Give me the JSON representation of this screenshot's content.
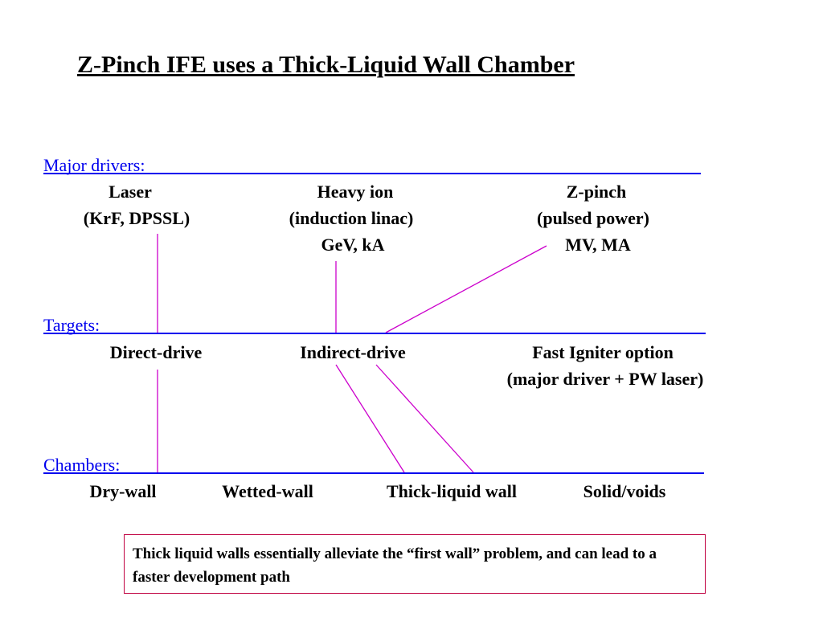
{
  "title": "Z-Pinch IFE uses a Thick-Liquid Wall Chamber",
  "sections": {
    "drivers": {
      "label": "Major drivers:",
      "items": [
        {
          "name": "Laser",
          "sub": "(KrF, DPSSL)",
          "sub2": ""
        },
        {
          "name": "Heavy ion",
          "sub": "(induction linac)",
          "sub2": "GeV,  kA"
        },
        {
          "name": "Z-pinch",
          "sub": "(pulsed power)",
          "sub2": "MV,  MA"
        }
      ]
    },
    "targets": {
      "label": "Targets:",
      "items": [
        {
          "name": "Direct-drive",
          "sub": ""
        },
        {
          "name": "Indirect-drive",
          "sub": ""
        },
        {
          "name": "Fast Igniter option",
          "sub": "(major driver + PW laser)"
        }
      ]
    },
    "chambers": {
      "label": "Chambers:",
      "items": [
        "Dry-wall",
        "Wetted-wall",
        "Thick-liquid wall",
        "Solid/voids"
      ]
    }
  },
  "note": "Thick liquid walls essentially alleviate the “first wall” problem, and can lead to a faster development path",
  "colors": {
    "section_label": "#0000ee",
    "connector": "#cc00cc",
    "note_border": "#c00040"
  }
}
